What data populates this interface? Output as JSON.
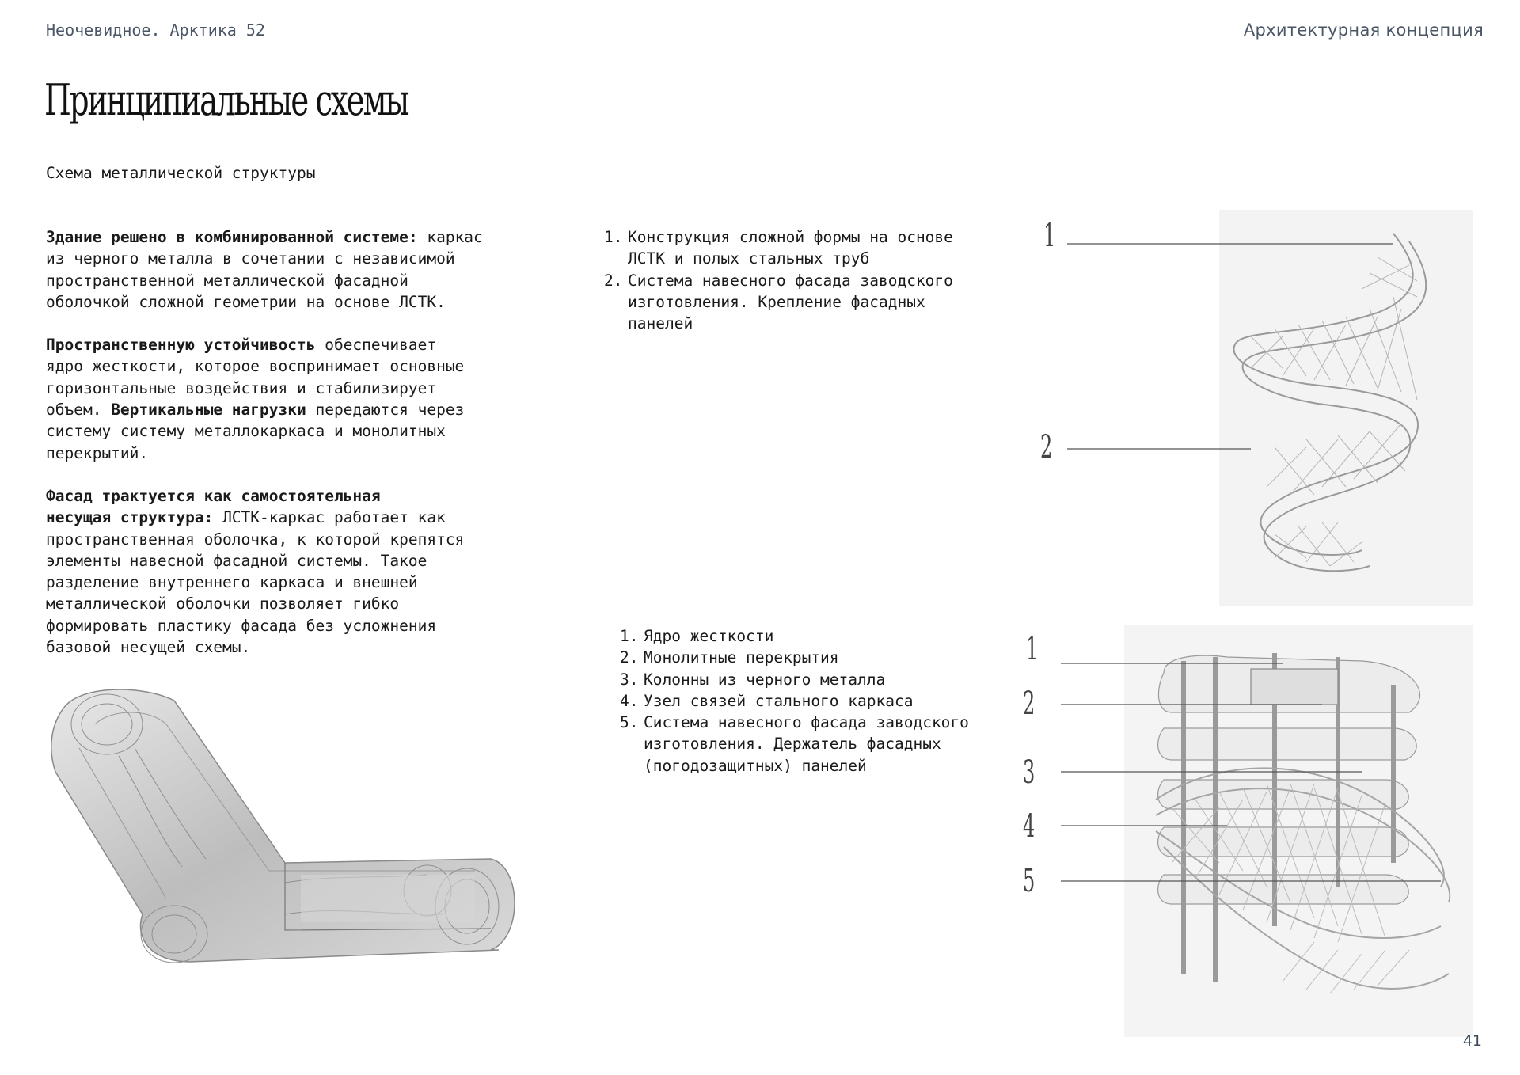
{
  "header": {
    "left": "Неочевидное. Арктика 52",
    "right": "Архитектурная концепция"
  },
  "title": "Принципиальные схемы",
  "subtitle": "Схема металлической структуры",
  "body": {
    "p1_bold": "Здание решено в комбинированной системе:",
    "p1_rest": " каркас\nиз черного металла в сочетании с независимой\nпространственной металлической фасадной\nоболочкой сложной геометрии на основе ЛСТК.",
    "p2_bold": "Пространственную устойчивость",
    "p2_rest_a": " обеспечивает\nядро жесткости, которое воспринимает основные\nгоризонтальные воздействия и стабилизирует\nобъем. ",
    "p2_bold2": "Вертикальные нагрузки",
    "p2_rest_b": " передаются через\nсистему систему металлокаркаса и монолитных\nперекрытий.",
    "p3_bold": "Фасад трактуется как самостоятельная\nнесущая структура:",
    "p3_rest": " ЛСТК-каркас работает как\nпространственная оболочка, к которой крепятся\nэлементы навесной фасадной системы. Такое\nразделение внутреннего каркаса и внешней\nметаллической оболочки позволяет гибко\nформировать пластику фасада без усложнения\nбазовой несущей схемы."
  },
  "list1": [
    {
      "num": "1.",
      "text": "Конструкция сложной формы на основе\nЛСТК и полых стальных труб"
    },
    {
      "num": "2.",
      "text": "Система навесного фасада заводского\nизготовления. Крепление фасадных\nпанелей"
    }
  ],
  "list2": [
    {
      "num": "1.",
      "text": "Ядро жесткости"
    },
    {
      "num": "2.",
      "text": "Монолитные перекрытия"
    },
    {
      "num": "3.",
      "text": "Колонны из черного металла"
    },
    {
      "num": "4.",
      "text": "Узел связей стального каркаса"
    },
    {
      "num": "5.",
      "text": "Система навесного фасада заводского\nизготовления. Держатель фасадных\n(погодозащитных) панелей"
    }
  ],
  "callouts_top": [
    "1",
    "2"
  ],
  "callouts_bottom": [
    "1",
    "2",
    "3",
    "4",
    "5"
  ],
  "page_number": "41"
}
